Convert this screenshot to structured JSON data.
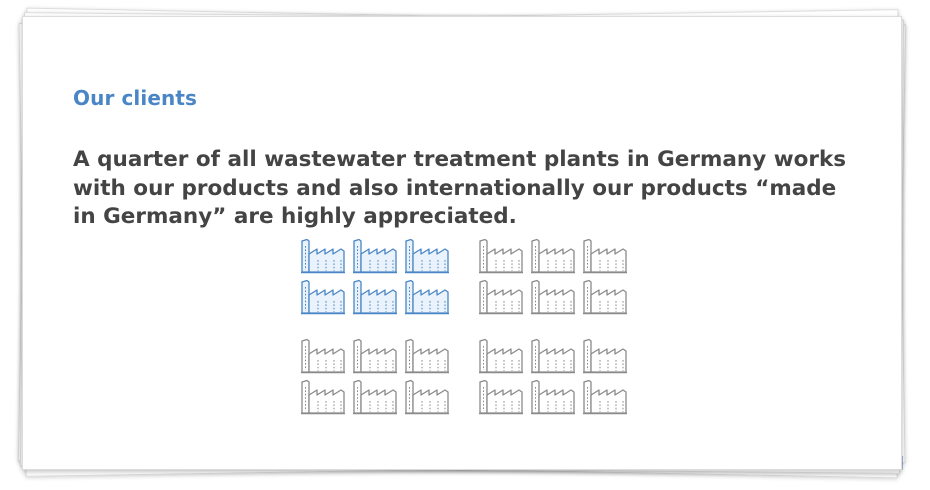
{
  "heading": "Our clients",
  "intro_text": "A quarter of all wastewater treatment plants in Germany works with our products and also internationally our products “made in Germany” are highly appreciated.",
  "infographic": {
    "icon": "factory-icon",
    "total": 24,
    "highlighted": 6,
    "highlight_color": "#4a86c5",
    "default_color": "#8a8a8a",
    "groups": [
      {
        "highlighted": [
          true,
          true,
          true,
          true,
          true,
          true
        ]
      },
      {
        "highlighted": [
          false,
          false,
          false,
          false,
          false,
          false
        ]
      },
      {
        "highlighted": [
          false,
          false,
          false,
          false,
          false,
          false
        ]
      },
      {
        "highlighted": [
          false,
          false,
          false,
          false,
          false,
          false
        ]
      }
    ]
  }
}
